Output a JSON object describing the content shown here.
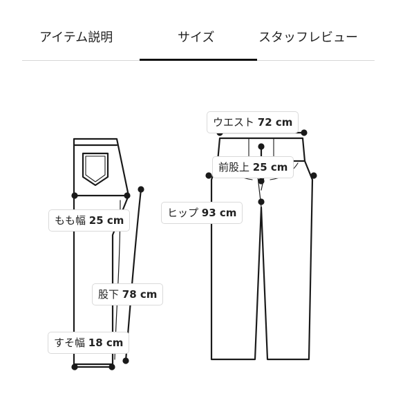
{
  "tabs": [
    {
      "label": "アイテム説明"
    },
    {
      "label": "サイズ"
    },
    {
      "label": "スタッフレビュー"
    }
  ],
  "measurements": {
    "thigh": {
      "label": "もも幅",
      "value": "25 cm"
    },
    "inseam": {
      "label": "股下",
      "value": "78 cm"
    },
    "hem": {
      "label": "すそ幅",
      "value": "18 cm"
    },
    "waist": {
      "label": "ウエスト",
      "value": "72 cm"
    },
    "rise": {
      "label": "前股上",
      "value": "25 cm"
    },
    "hip": {
      "label": "ヒップ",
      "value": "93 cm"
    }
  },
  "colors": {
    "line": "#1a1a1a",
    "label_border": "#d9d9d9",
    "tab_indicator": "#111111"
  }
}
